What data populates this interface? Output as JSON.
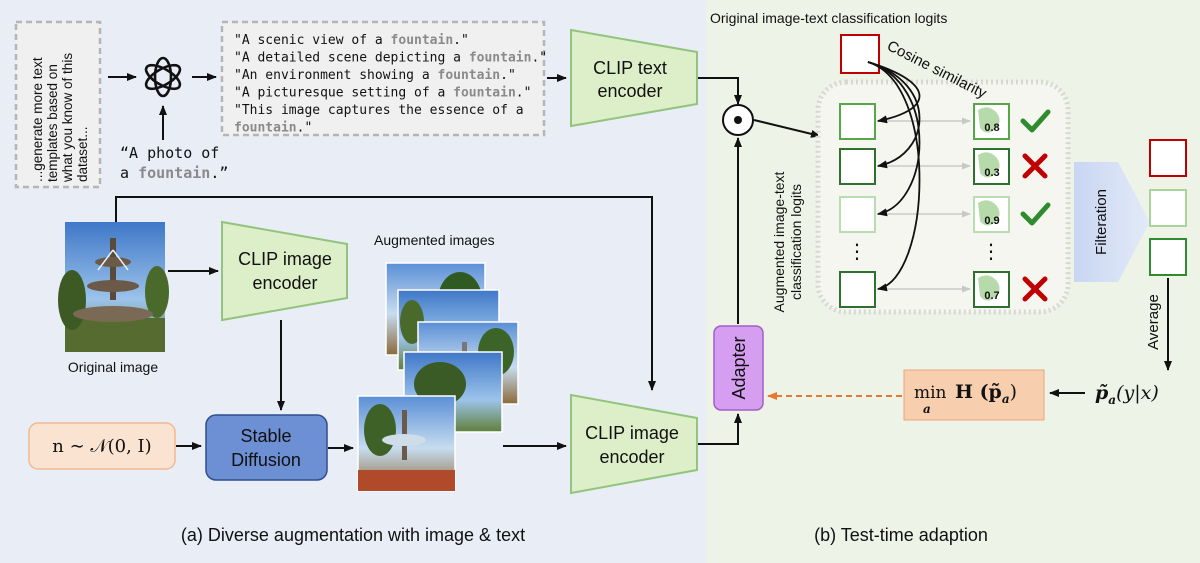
{
  "panel_a": {
    "caption": "(a) Diverse augmentation with image & text",
    "prompt_box_lines": [
      "...generate more text",
      "templates based on",
      "what you know of this",
      "dataset..."
    ],
    "photo_prompt": {
      "line1": "“A photo of",
      "line2_prefix": "a ",
      "keyword": "fountain",
      "line2_suffix": ".”"
    },
    "templates": [
      {
        "prefix": "\"A scenic view of a ",
        "keyword": "fountain",
        "suffix": ".\""
      },
      {
        "prefix": "\"A detailed scene depicting a ",
        "keyword": "fountain",
        "suffix": ".\""
      },
      {
        "prefix": "\"An environment showing a ",
        "keyword": "fountain",
        "suffix": ".\""
      },
      {
        "prefix": "\"A picturesque setting of a ",
        "keyword": "fountain",
        "suffix": ".\""
      },
      {
        "prefix": "\"This image captures the essence of a",
        "keyword": "",
        "suffix": ""
      },
      {
        "prefix": "",
        "keyword": "fountain",
        "suffix": ".\""
      }
    ],
    "clip_text_encoder": [
      "CLIP text",
      "encoder"
    ],
    "clip_image_encoder_top": [
      "CLIP image",
      "encoder"
    ],
    "clip_image_encoder_bottom": [
      "CLIP image",
      "encoder"
    ],
    "original_image_label": "Original image",
    "augmented_images_label": "Augmented images",
    "noise_label": "n ∼ 𝒩(0, I)",
    "stable_diffusion": [
      "Stable",
      "Diffusion"
    ]
  },
  "panel_b": {
    "caption": "(b) Test-time adaption",
    "logits_title": "Original image-text classification logits",
    "cosine_label": "Cosine similarity",
    "augmented_logits_label": [
      "Augmented image-text",
      "classification logits"
    ],
    "scores": [
      "0.8",
      "0.3",
      "0.9",
      "0.7"
    ],
    "marks": [
      "check",
      "cross",
      "check",
      "cross"
    ],
    "ellipsis": "⋮",
    "filteration_label": "Filteration",
    "average_label": "Average",
    "adapter_label": "Adapter",
    "objective": {
      "min": "min",
      "sub": "a",
      "body": "H (p̃",
      "body_sub": "a",
      "close": ")"
    },
    "output_dist": {
      "main": "p̃",
      "sub": "a",
      "tail": "(y|x)"
    }
  },
  "colors": {
    "left_bg": "#e8edf6",
    "right_bg": "#eef3e8",
    "encoder_fill": "#dcefc9",
    "encoder_stroke": "#93c47d",
    "diffusion_fill": "#6d8fd3",
    "noise_fill": "#fbe3d2",
    "adapter_fill": "#d69ef0",
    "objective_fill": "#f7cfae",
    "red": "#c00000",
    "green": "#2e8b2e"
  }
}
